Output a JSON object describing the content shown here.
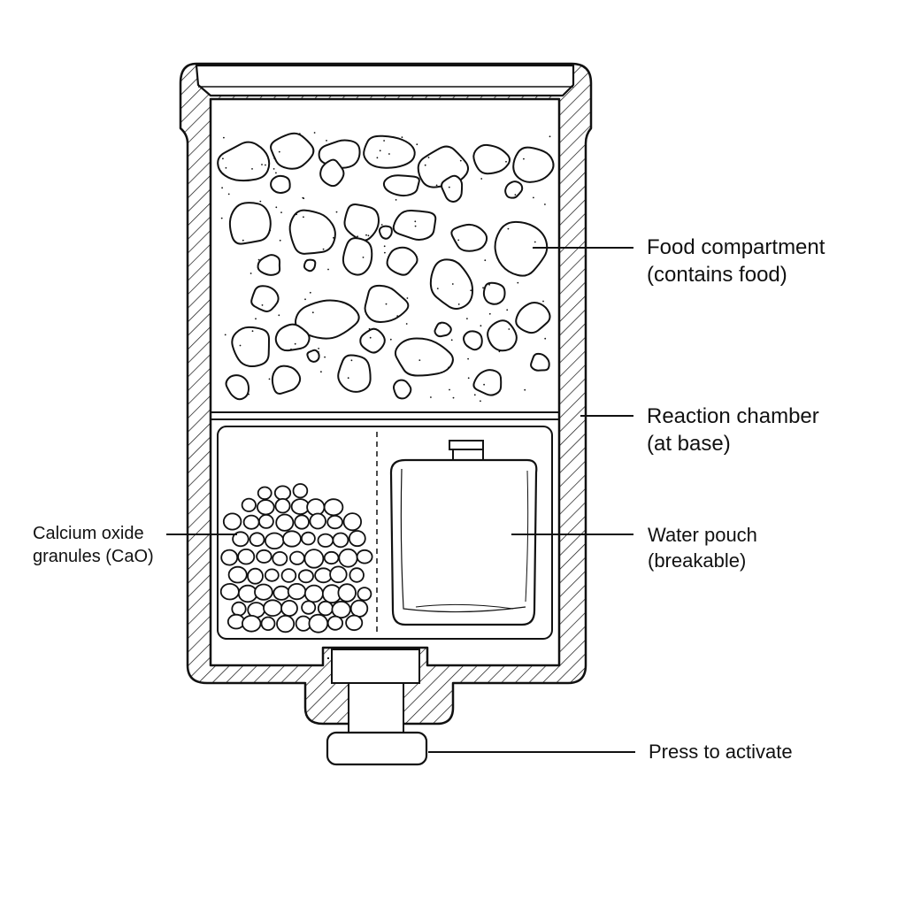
{
  "labels": {
    "food": {
      "line1": "Food compartment",
      "line2": "(contains food)"
    },
    "reaction": {
      "line1": "Reaction chamber",
      "line2": "(at base)"
    },
    "water": {
      "line1": "Water pouch",
      "line2": "(breakable)"
    },
    "cao": {
      "line1": "Calcium oxide",
      "line2": "granules (CaO)"
    },
    "press": {
      "line1": "Press to activate"
    }
  },
  "colors": {
    "stroke": "#111111",
    "background": "#ffffff"
  }
}
